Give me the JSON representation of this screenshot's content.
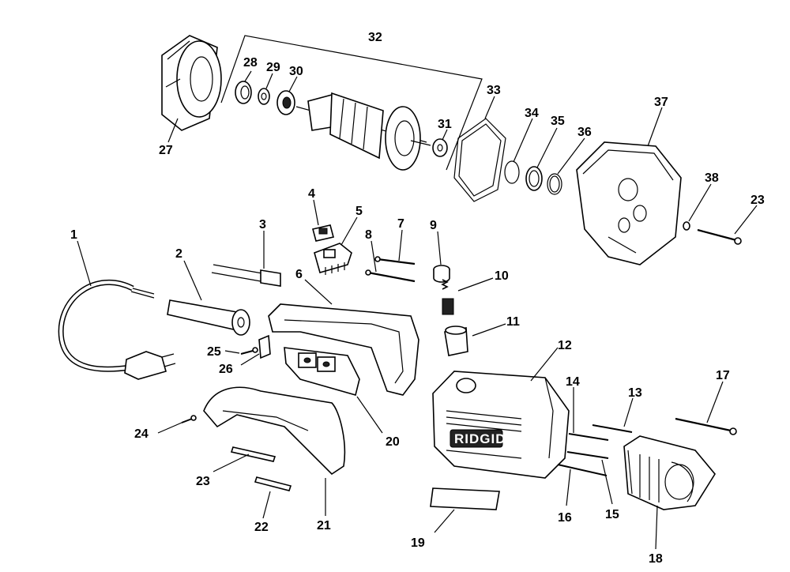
{
  "brand_logo_text": "RIDGID",
  "callouts": {
    "c1": "1",
    "c2": "2",
    "c3": "3",
    "c4": "4",
    "c5": "5",
    "c6": "6",
    "c7": "7",
    "c8": "8",
    "c9": "9",
    "c10": "10",
    "c11": "11",
    "c12": "12",
    "c13": "13",
    "c14": "14",
    "c15": "15",
    "c16": "16",
    "c17": "17",
    "c18": "18",
    "c19": "19",
    "c20": "20",
    "c21": "21",
    "c22": "22",
    "c23a": "23",
    "c23b": "23",
    "c24": "24",
    "c25": "25",
    "c26": "26",
    "c27": "27",
    "c28": "28",
    "c29": "29",
    "c30": "30",
    "c31": "31",
    "c32": "32",
    "c33": "33",
    "c34": "34",
    "c35": "35",
    "c36": "36",
    "c37": "37",
    "c38": "38"
  }
}
